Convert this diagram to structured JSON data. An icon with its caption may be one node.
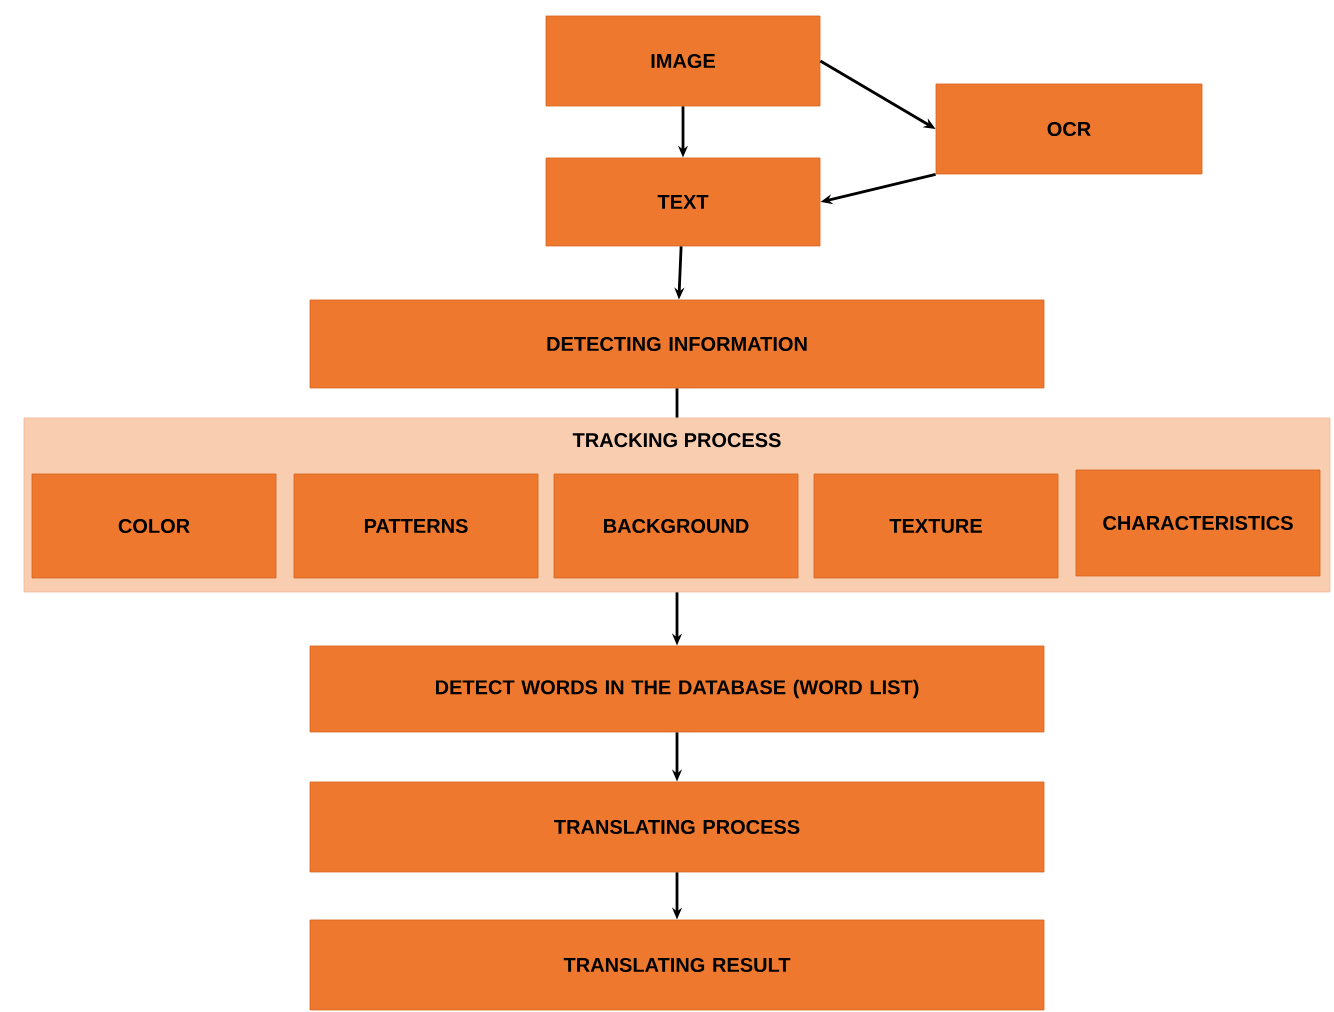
{
  "diagram": {
    "nodes": [
      {
        "text": [
          "IMAGE"
        ]
      },
      {
        "text": [
          "OCR"
        ]
      },
      {
        "text": [
          "TEXT"
        ]
      },
      {
        "text": [
          "DETECTING INFORMATION"
        ]
      },
      {
        "text": [
          "TRACKING PROCESS"
        ]
      },
      {
        "text": [
          "COLOR"
        ],
        "in": 4
      },
      {
        "text": [
          "PATTERNS"
        ],
        "in": 4
      },
      {
        "text": [
          "BACKGROUND"
        ],
        "in": 4
      },
      {
        "text": [
          "TEXTURE"
        ],
        "in": 4
      },
      {
        "text": [
          "CHARACTERISTICS"
        ],
        "in": 4
      },
      {
        "text": [
          "DETECT WORDS IN THE DATABASE (WORD LIST)"
        ]
      },
      {
        "text": [
          "TRANSLATING PROCESS"
        ]
      },
      {
        "text": [
          "TRANSLATING RESULT"
        ]
      }
    ],
    "edges": [
      {
        "from": 0,
        "to": 1,
        "arrow": "to"
      },
      {
        "from": 0,
        "to": 2,
        "arrow": "to"
      },
      {
        "from": 1,
        "to": 2,
        "arrow": "to"
      },
      {
        "from": 2,
        "to": 3,
        "arrow": "to"
      },
      {
        "from": 3,
        "to": 4,
        "arrow": "none"
      },
      {
        "from": 4,
        "to": 10,
        "arrow": "to"
      },
      {
        "from": 10,
        "to": 11,
        "arrow": "to"
      },
      {
        "from": 11,
        "to": 12,
        "arrow": "to"
      }
    ]
  }
}
